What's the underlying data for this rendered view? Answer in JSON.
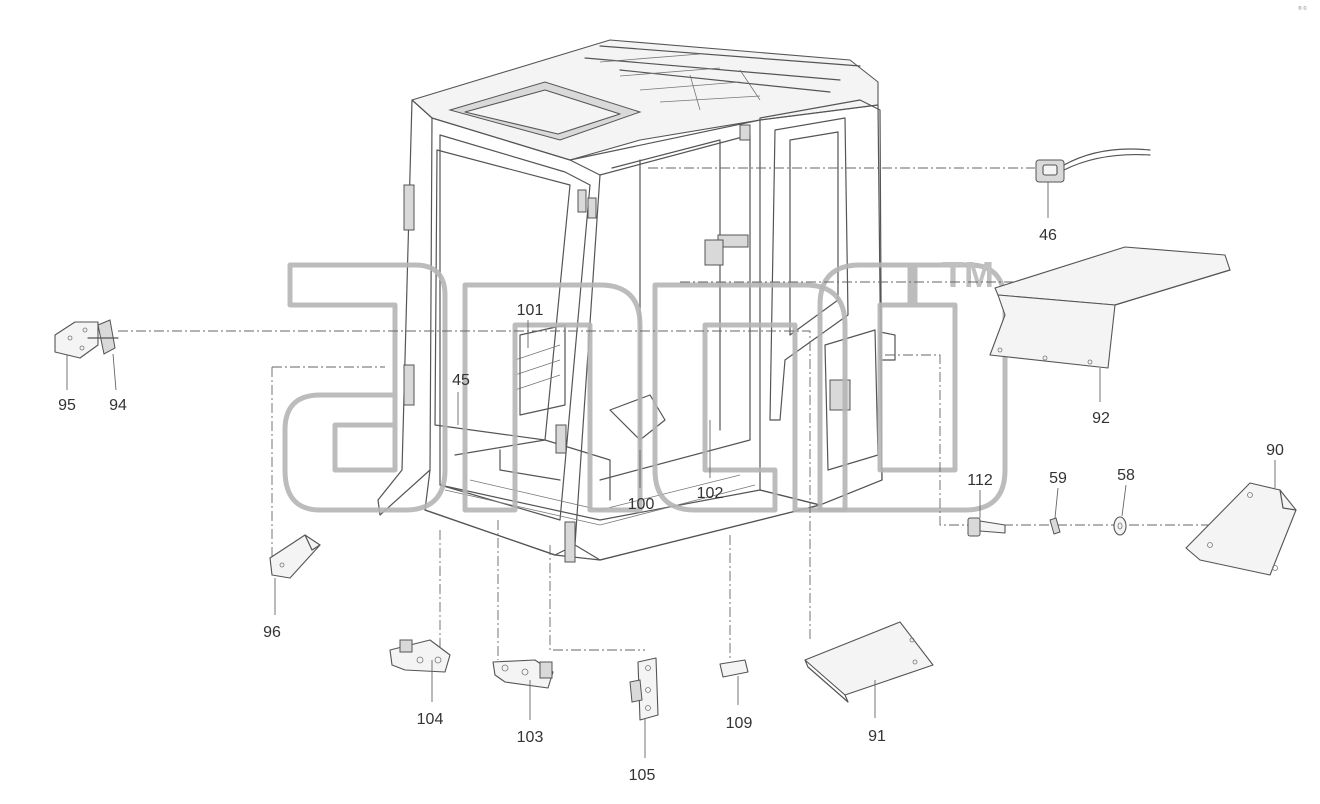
{
  "watermark": {
    "tm": "TM"
  },
  "corner_mark": "® ©",
  "callouts": [
    {
      "id": "46",
      "label": "46"
    },
    {
      "id": "92",
      "label": "92"
    },
    {
      "id": "101",
      "label": "101"
    },
    {
      "id": "45",
      "label": "45"
    },
    {
      "id": "95",
      "label": "95"
    },
    {
      "id": "94",
      "label": "94"
    },
    {
      "id": "100",
      "label": "100"
    },
    {
      "id": "102",
      "label": "102"
    },
    {
      "id": "112",
      "label": "112"
    },
    {
      "id": "59",
      "label": "59"
    },
    {
      "id": "58",
      "label": "58"
    },
    {
      "id": "90",
      "label": "90"
    },
    {
      "id": "96",
      "label": "96"
    },
    {
      "id": "104",
      "label": "104"
    },
    {
      "id": "103",
      "label": "103"
    },
    {
      "id": "105",
      "label": "105"
    },
    {
      "id": "109",
      "label": "109"
    },
    {
      "id": "91",
      "label": "91"
    }
  ]
}
